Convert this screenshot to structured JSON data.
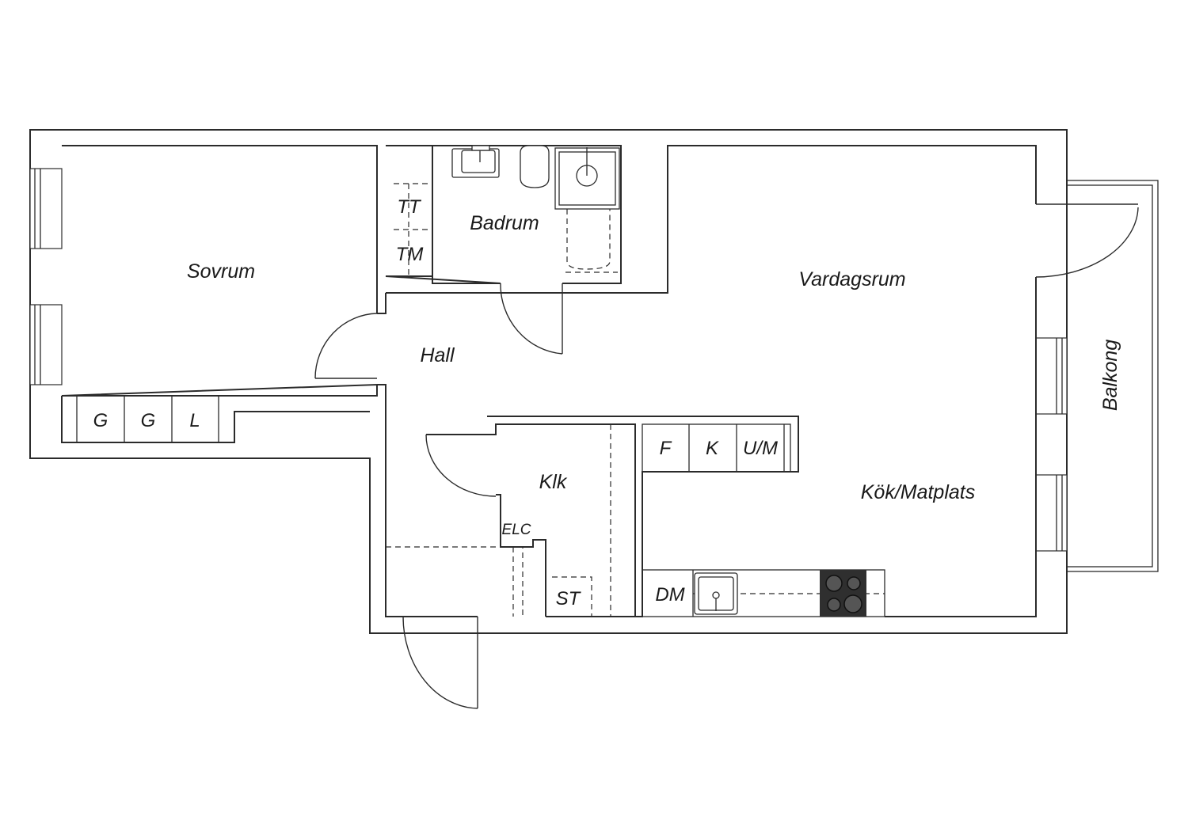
{
  "rooms": {
    "sovrum": "Sovrum",
    "badrum": "Badrum",
    "vardagsrum": "Vardagsrum",
    "hall": "Hall",
    "klk": "Klk",
    "kok_matplats": "Kök/Matplats",
    "balkong": "Balkong"
  },
  "fixtures": {
    "tt": "TT",
    "tm": "TM",
    "g1": "G",
    "g2": "G",
    "l": "L",
    "f": "F",
    "k": "K",
    "um": "U/M",
    "elc": "ELC",
    "st": "ST",
    "dm": "DM"
  },
  "colors": {
    "line": "#2b2b2b",
    "stove": "#2f2f2f",
    "background": "#ffffff"
  }
}
